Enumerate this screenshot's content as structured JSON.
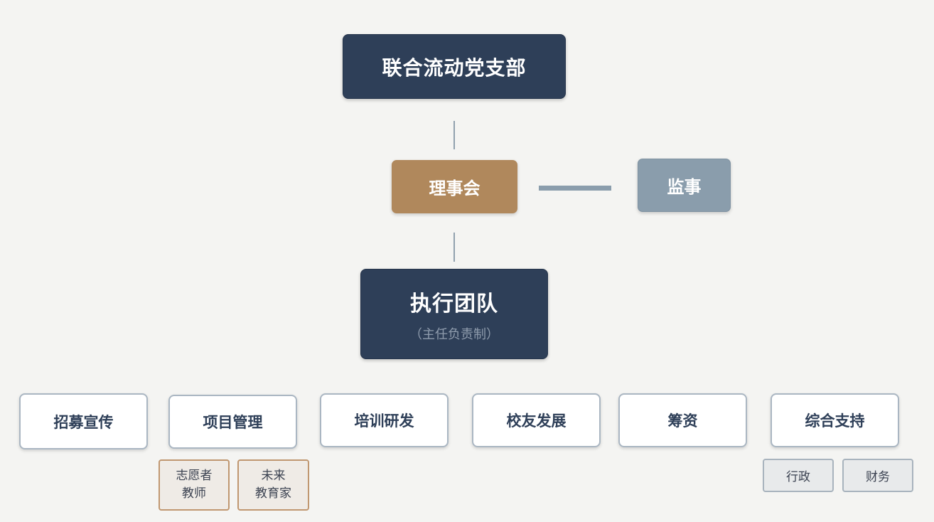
{
  "party_branch": "联合流动党支部",
  "board": "理事会",
  "supervisor": "监事",
  "executive": {
    "title": "执行团队",
    "subtitle": "（主任负责制）"
  },
  "departments": [
    "招募宣传",
    "项目管理",
    "培训研发",
    "校友发展",
    "筹资",
    "综合支持"
  ],
  "project_subunits": [
    [
      "志愿者",
      "教师"
    ],
    [
      "未来",
      "教育家"
    ]
  ],
  "support_subunits": [
    "行政",
    "财务"
  ],
  "colors": {
    "dark_navy": "#2e3f58",
    "tan": "#b0885c",
    "slate": "#8a9dac",
    "background": "#f4f4f2"
  }
}
